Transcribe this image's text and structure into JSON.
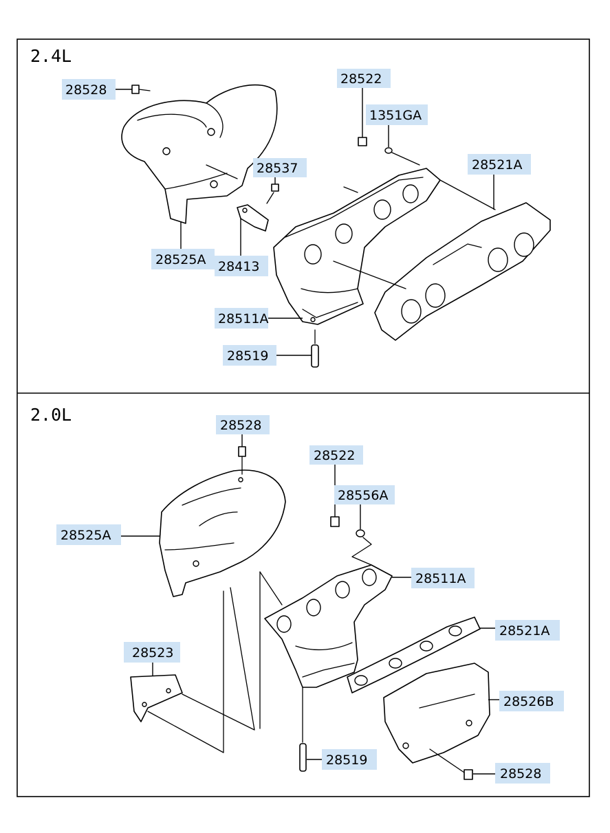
{
  "sections": [
    {
      "title": "2.4L",
      "labels": [
        "28528",
        "28522",
        "1351GA",
        "28537",
        "28521A",
        "28525A",
        "28413",
        "28511A",
        "28519"
      ]
    },
    {
      "title": "2.0L",
      "labels": [
        "28528",
        "28522",
        "28556A",
        "28525A",
        "28511A",
        "28521A",
        "28523",
        "28526B",
        "28519",
        "28528"
      ]
    }
  ],
  "colors": {
    "label_highlight": "#cfe3f5",
    "line": "#000000",
    "background": "#ffffff"
  }
}
